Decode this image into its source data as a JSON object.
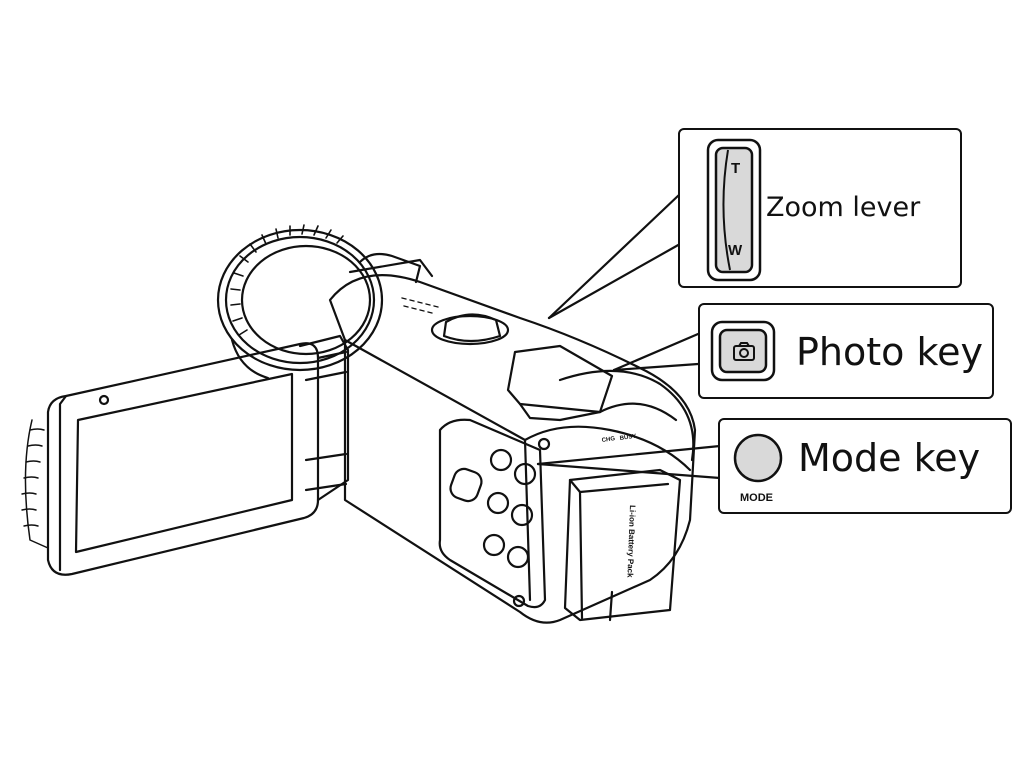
{
  "callouts": {
    "zoom": {
      "label": "Zoom lever",
      "tele": "T",
      "wide": "W"
    },
    "photo": {
      "label": "Photo key"
    },
    "mode": {
      "label": "Mode key",
      "caption": "MODE"
    }
  },
  "camera": {
    "battery_text": "Li-ion Battery Pack",
    "indicator_labels": [
      "CHG",
      "BUSY"
    ]
  },
  "colors": {
    "ink": "#111111",
    "paper": "#ffffff",
    "key_fill": "#d9d9d9"
  }
}
